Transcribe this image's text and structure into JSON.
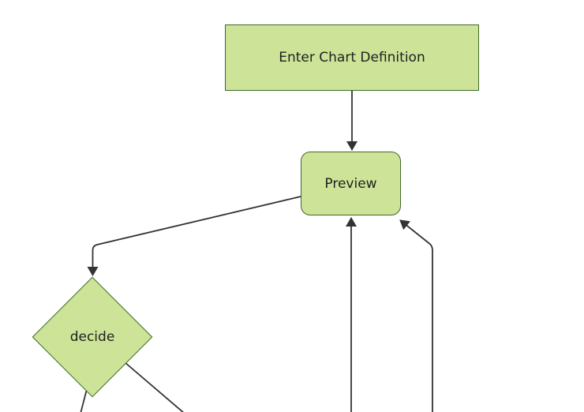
{
  "diagram": {
    "type": "flowchart-top-down",
    "background_color": "#ffffff",
    "node_fill_color": "#cde498",
    "node_border_color": "#3e6a28",
    "edge_color": "#333333",
    "text_color": "#1f1f1f",
    "nodes": [
      {
        "id": "enter-chart-definition",
        "label": "Enter Chart Definition",
        "shape": "rectangle"
      },
      {
        "id": "preview",
        "label": "Preview",
        "shape": "rounded-rectangle"
      },
      {
        "id": "decide",
        "label": "decide",
        "shape": "diamond"
      }
    ],
    "edges": [
      {
        "from": "enter-chart-definition",
        "to": "preview",
        "arrowhead": true
      },
      {
        "from": "preview",
        "to": "decide",
        "arrowhead": true
      },
      {
        "from": "offscreen-bottom",
        "to": "preview",
        "arrowhead": true
      },
      {
        "from": "offscreen-bottom-right",
        "to": "preview",
        "arrowhead": true
      },
      {
        "from": "decide",
        "to": "offscreen-bottom-left",
        "arrowhead": false
      },
      {
        "from": "decide",
        "to": "offscreen-bottom-right",
        "arrowhead": false
      }
    ]
  }
}
